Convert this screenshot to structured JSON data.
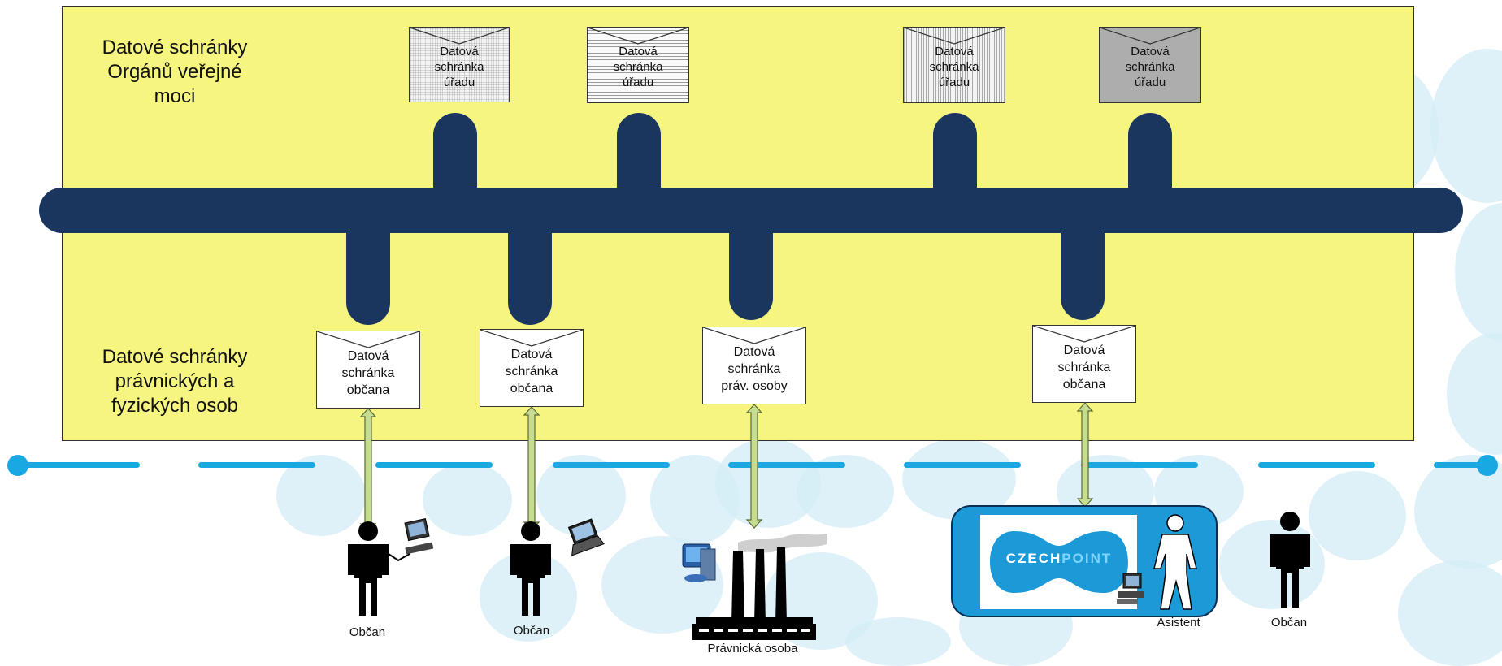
{
  "panel": {
    "top_label": "Datové schránky\nOrgánů veřejné\nmoci",
    "bottom_label": "Datové schránky\nprávnických a\nfyzických osob"
  },
  "authority_boxes": [
    {
      "lines": [
        "Datová",
        "schránka",
        "úřadu"
      ],
      "pattern": "dots"
    },
    {
      "lines": [
        "Datová",
        "schránka",
        "úřadu"
      ],
      "pattern": "hlines"
    },
    {
      "lines": [
        "Datová",
        "schránka",
        "úřadu"
      ],
      "pattern": "vlines"
    },
    {
      "lines": [
        "Datová",
        "schránka",
        "úřadu"
      ],
      "pattern": "dense"
    }
  ],
  "subject_boxes": [
    {
      "lines": [
        "Datová",
        "schránka",
        "občana"
      ]
    },
    {
      "lines": [
        "Datová",
        "schránka",
        "občana"
      ]
    },
    {
      "lines": [
        "Datová",
        "schránka",
        "práv. osoby"
      ]
    },
    {
      "lines": [
        "Datová",
        "schránka",
        "občana"
      ]
    }
  ],
  "actors": [
    {
      "label": "Občan",
      "icon": "person-with-computer-icon"
    },
    {
      "label": "Občan",
      "icon": "person-with-laptop-icon"
    },
    {
      "label": "Právnická osoba",
      "icon": "factory-icon"
    },
    {
      "label": "Asistent",
      "icon": "czechpoint-assistant-icon"
    },
    {
      "label": "Občan",
      "icon": "person-icon"
    }
  ],
  "czechpoint": {
    "brand_main": "CZECH",
    "brand_accent": "POINT"
  },
  "colors": {
    "panel": "#f5f580",
    "pipe": "#1a365e",
    "dash_line": "#19a8e2",
    "arrow": "#c6dc90",
    "czechpoint": "#1c9ad8"
  }
}
